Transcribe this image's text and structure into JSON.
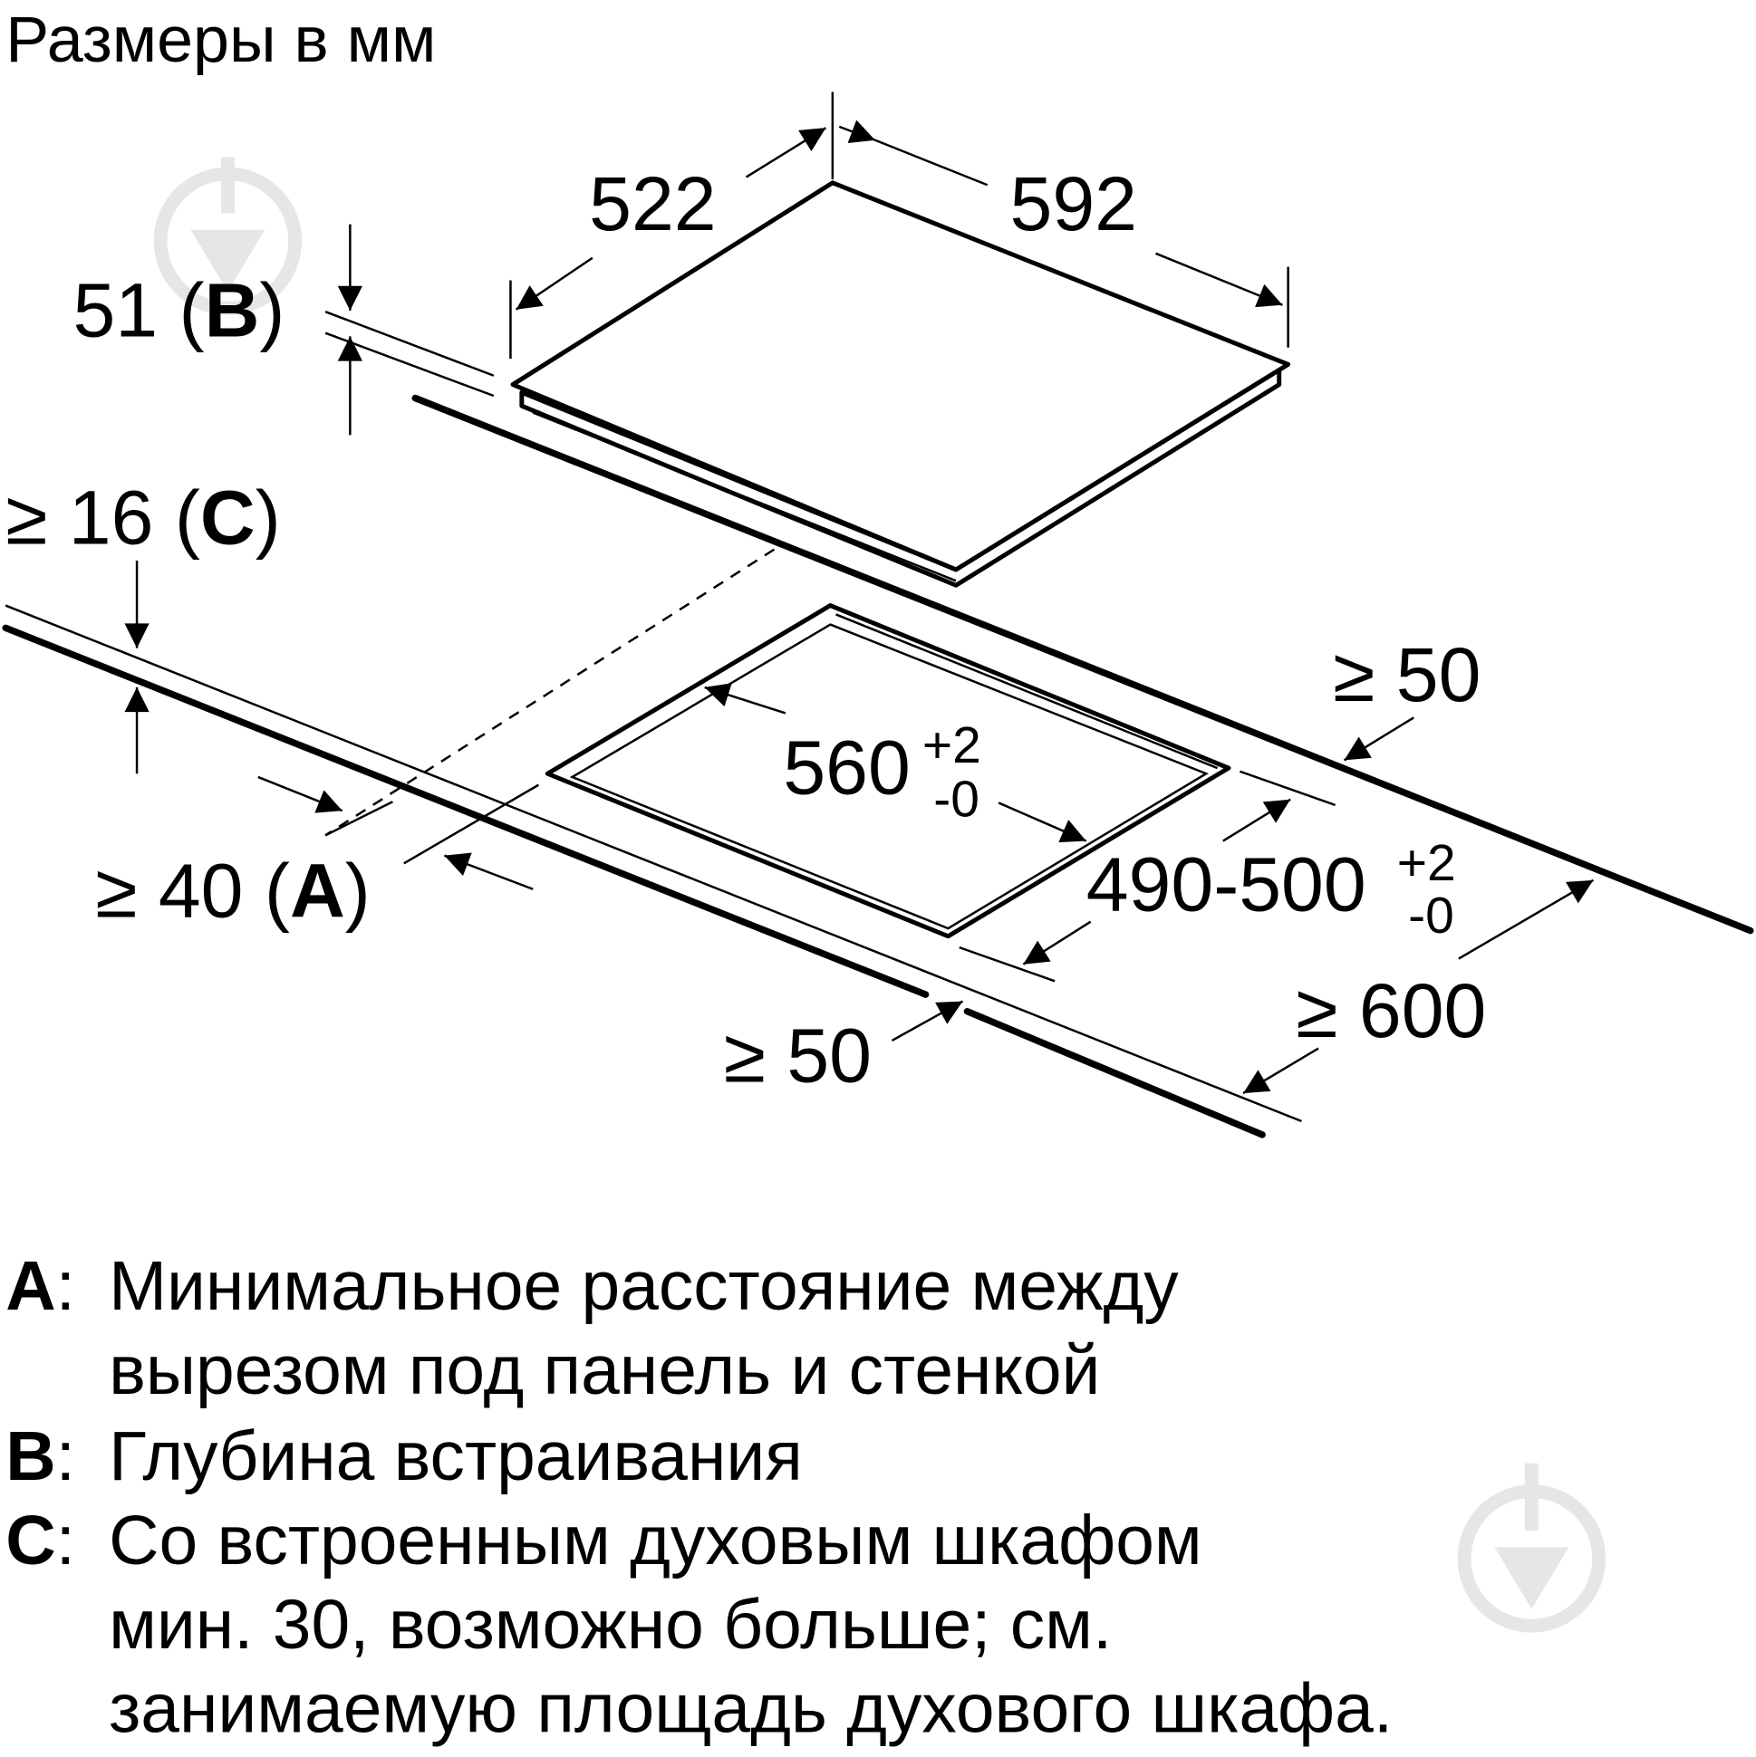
{
  "title": "Размеры в мм",
  "dimensions": {
    "hob_depth": "522",
    "hob_width": "592",
    "install_depth": "51",
    "install_depth_ref": "B",
    "oven_gap": "≥ 16",
    "oven_gap_ref": "C",
    "back_clearance": "≥ 50",
    "cutout_width": "560",
    "cutout_width_tol_plus": "+2",
    "cutout_width_tol_minus": "-0",
    "wall_distance": "≥ 40",
    "wall_distance_ref": "A",
    "cutout_depth": "490-500",
    "cutout_depth_tol_plus": "+2",
    "cutout_depth_tol_minus": "-0",
    "counter_depth": "≥ 600",
    "front_clearance": "≥ 50"
  },
  "legend": [
    {
      "key": "A",
      "lines": [
        "Минимальное расстояние между",
        "вырезом под панель и стенкой"
      ]
    },
    {
      "key": "B",
      "lines": [
        "Глубина встраивания"
      ]
    },
    {
      "key": "C",
      "lines": [
        "Со встроенным духовым шкафом",
        "мин. 30, возможно больше; см.",
        "занимаемую площадь духового шкафа."
      ]
    }
  ],
  "watermark_color": "#e6e6e6"
}
